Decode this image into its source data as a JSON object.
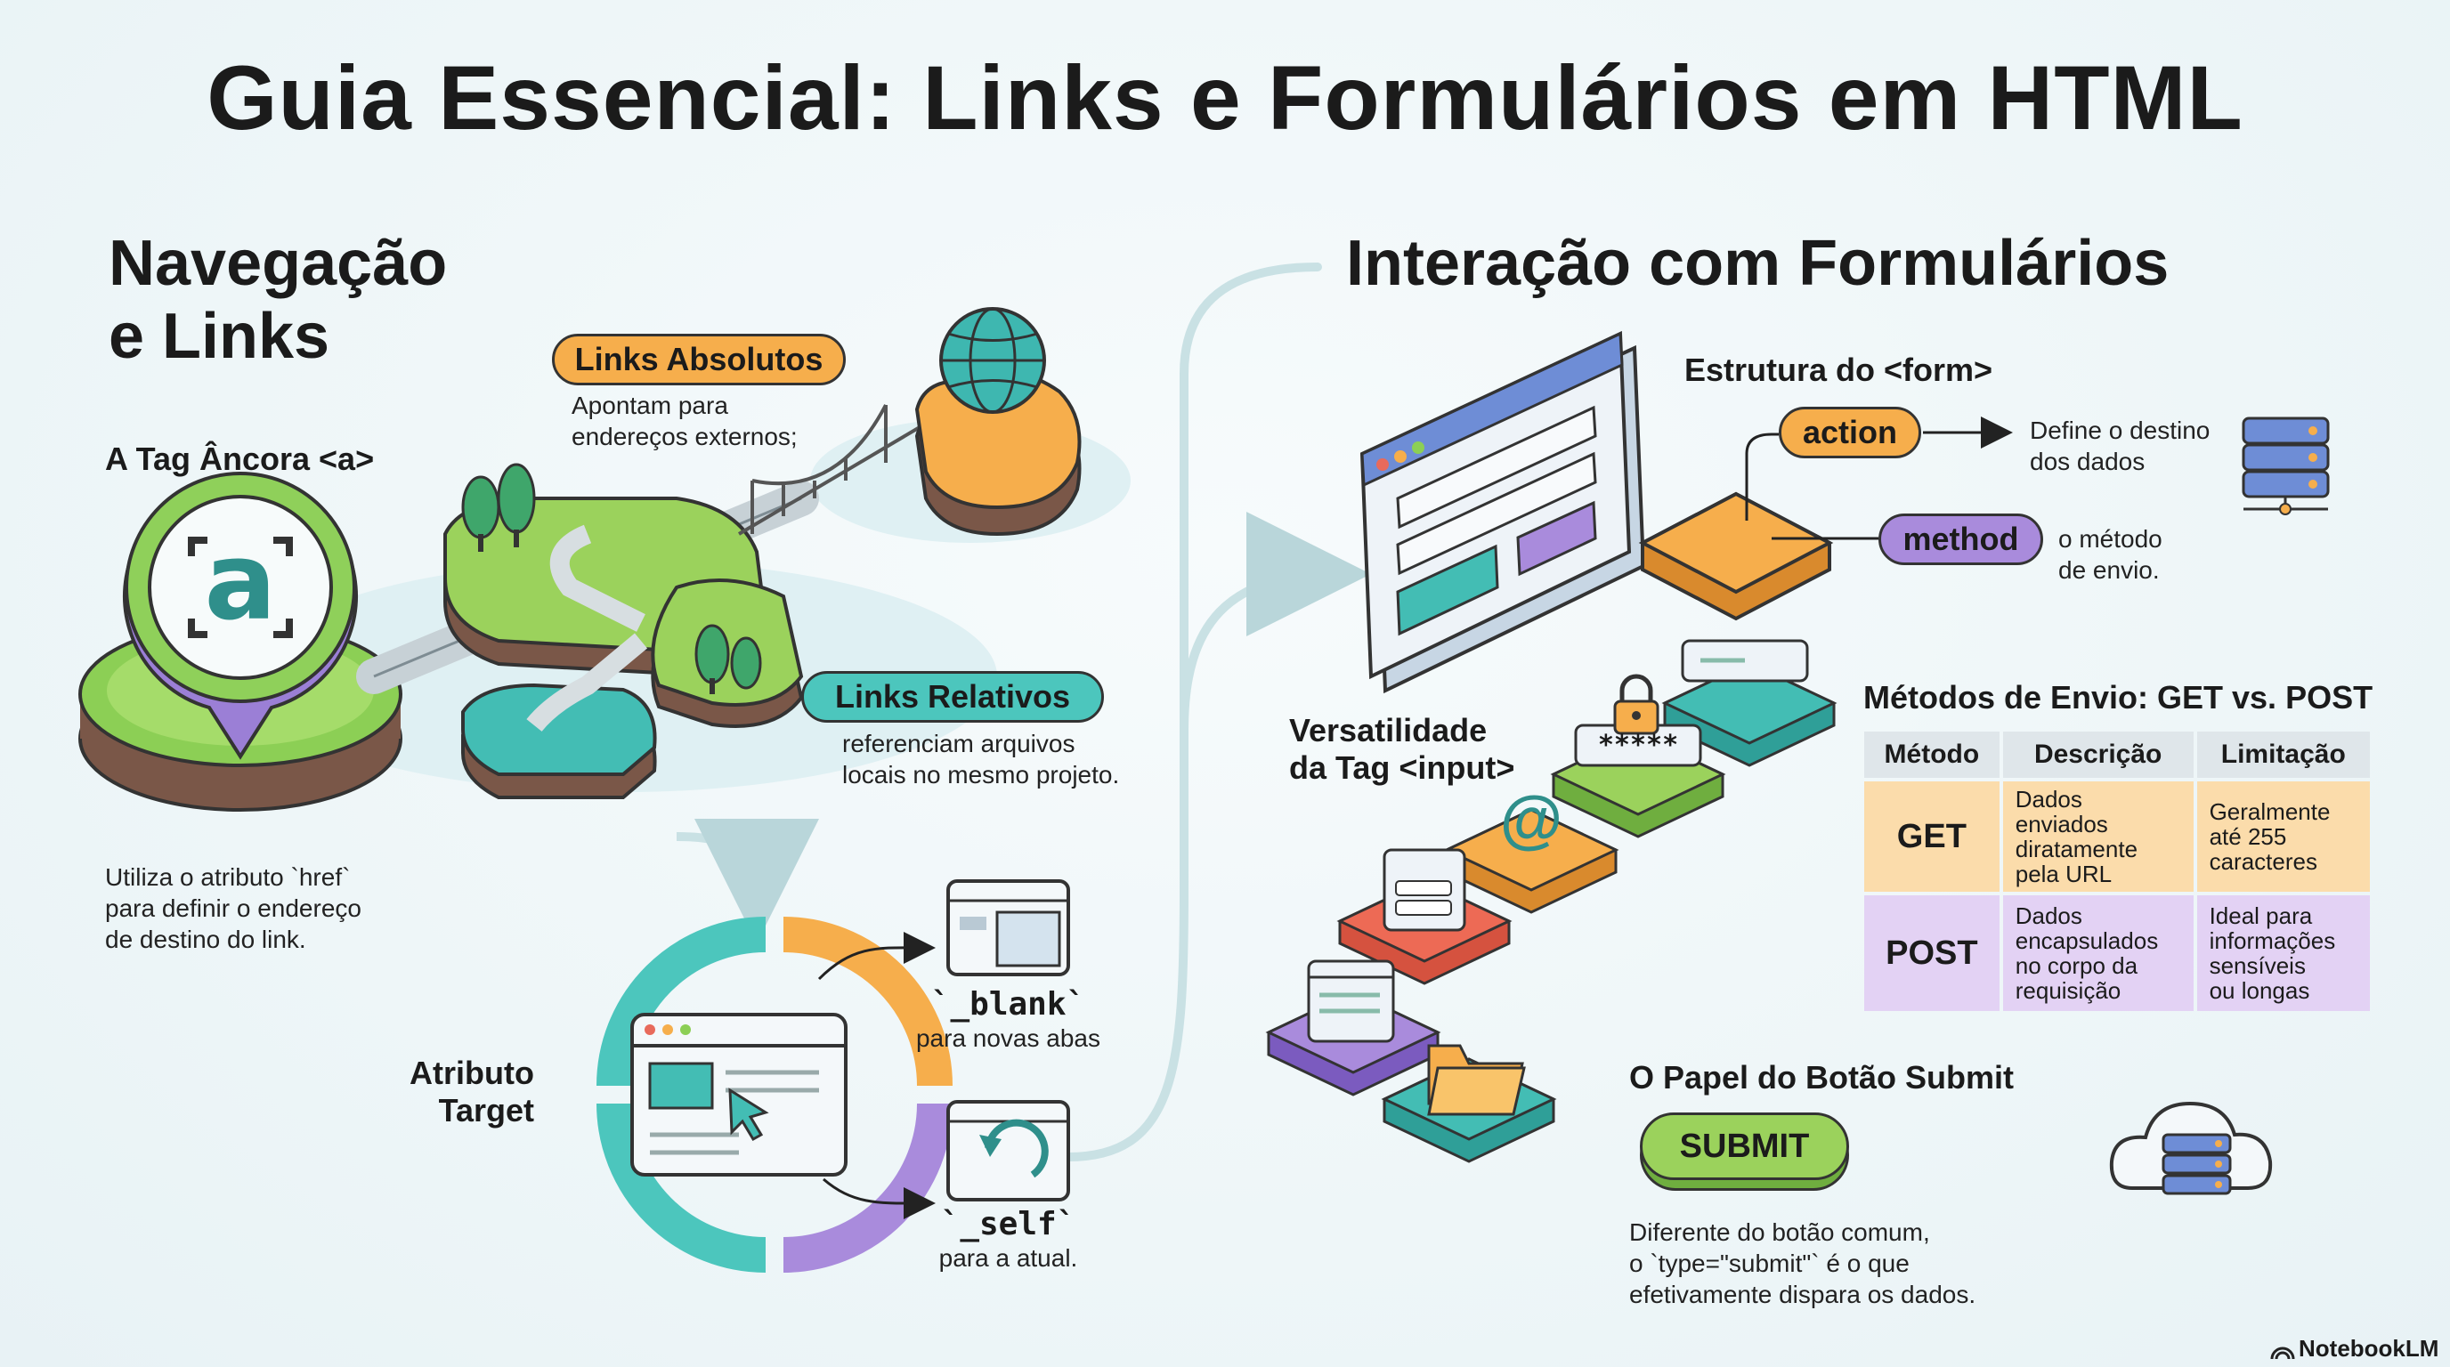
{
  "title": "Guia Essencial: Links e Formulários em HTML",
  "left": {
    "heading_line1": "Navegação",
    "heading_line2": "e Links",
    "anchor_tag": "A Tag Âncora <a>",
    "anchor_letter": "a",
    "href_line1": "Utiliza o atributo `href`",
    "href_line2": "para definir o endereço",
    "href_line3": "de destino do link.",
    "absolute": {
      "label": "Links Absolutos",
      "desc_line1": "Apontam para",
      "desc_line2": "endereços externos;"
    },
    "relative": {
      "label": "Links Relativos",
      "desc_line1": "referenciam arquivos",
      "desc_line2": "locais no mesmo projeto."
    },
    "target": {
      "label_line1": "Atributo",
      "label_line2": "Target",
      "blank": "`_blank`",
      "blank_desc": "para novas abas",
      "self": "`_self`",
      "self_desc": "para a atual."
    }
  },
  "right": {
    "heading": "Interação com Formulários",
    "form_structure": "Estrutura do <form>",
    "action": {
      "label": "action",
      "desc_line1": "Define o destino",
      "desc_line2": "dos dados"
    },
    "method": {
      "label": "method",
      "desc_line1": "o método",
      "desc_line2": "de envio."
    },
    "input_line1": "Versatilidade",
    "input_line2": "da Tag <input>",
    "password_mask": "*****",
    "at_symbol": "@",
    "table": {
      "title": "Métodos de Envio: GET vs. POST",
      "headers": [
        "Método",
        "Descrição",
        "Limitação"
      ],
      "rows": [
        {
          "method": "GET",
          "desc": [
            "Dados enviados",
            "diratamente",
            "pela URL"
          ],
          "limit": [
            "Geralmente",
            "até 255",
            "caracteres"
          ]
        },
        {
          "method": "POST",
          "desc": [
            "Dados",
            "encapsulados",
            "no corpo da",
            "requisição"
          ],
          "limit": [
            "Ideal para",
            "informações",
            "sensíveis",
            "ou longas"
          ]
        }
      ]
    },
    "submit": {
      "heading": "O Papel do Botão Submit",
      "button": "SUBMIT",
      "desc_line1": "Diferente do botão comum,",
      "desc_line2": "o `type=\"submit\"` é o que",
      "desc_line3": "efetivamente dispara os dados."
    }
  },
  "brand": "NotebookLM",
  "colors": {
    "orange": "#f6ae4c",
    "teal": "#4cc6bd",
    "purple": "#a98bdc",
    "green": "#9bd25c",
    "dark": "#1b1b1b"
  }
}
